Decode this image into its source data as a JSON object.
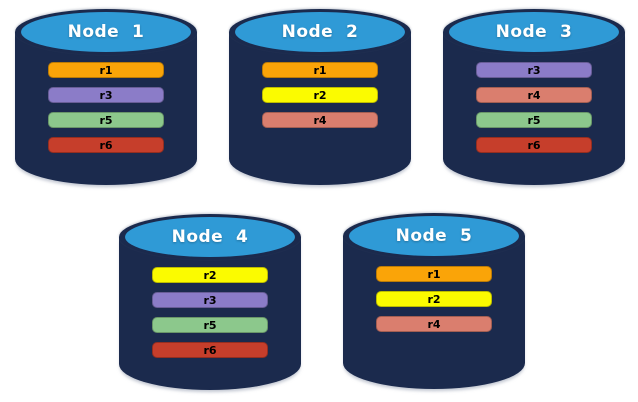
{
  "diagram": {
    "background": "#ffffff",
    "cylinder_body_color": "#1b2a4d",
    "cylinder_top_color": "#2f9ad6"
  },
  "replica_colors": {
    "r1": "#faa408",
    "r2": "#fbfb00",
    "r3": "#8b7cc8",
    "r4": "#da7e6e",
    "r5": "#8cc88c",
    "r6": "#c63e2b"
  },
  "nodes": [
    {
      "label": "Node  1",
      "replicas": [
        "r1",
        "r3",
        "r5",
        "r6"
      ]
    },
    {
      "label": "Node  2",
      "replicas": [
        "r1",
        "r2",
        "r4"
      ]
    },
    {
      "label": "Node  3",
      "replicas": [
        "r3",
        "r4",
        "r5",
        "r6"
      ]
    },
    {
      "label": "Node  4",
      "replicas": [
        "r2",
        "r3",
        "r5",
        "r6"
      ]
    },
    {
      "label": "Node  5",
      "replicas": [
        "r1",
        "r2",
        "r4"
      ]
    }
  ]
}
